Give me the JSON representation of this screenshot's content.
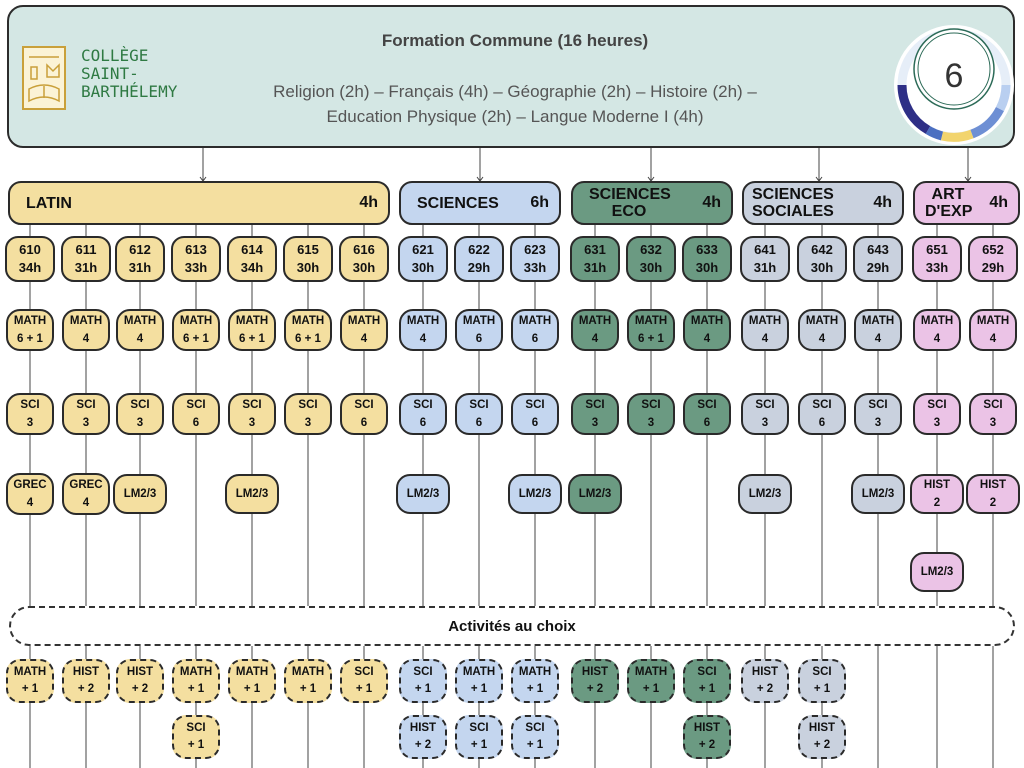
{
  "header": {
    "school_line1": "COLLÈGE",
    "school_line2": "SAINT-",
    "school_line3": "BARTHÉLEMY",
    "title": "Formation Commune (16 heures)",
    "subjects_line1": "Religion (2h) – Français (4h) – Géographie (2h) – Histoire (2h) –",
    "subjects_line2": "Education Physique (2h) – Langue Moderne I (4h)",
    "year": "6",
    "logo_icon": "school-crest-icon"
  },
  "colors": {
    "latin": "#f4dfa0",
    "sciences": "#c4d6ef",
    "sciences_eco": "#6b9a82",
    "sciences_sociales": "#c9d1de",
    "art": "#ebc3e6",
    "header_bg": "#d4e7e4",
    "school_green": "#2f7a43"
  },
  "tracks": [
    {
      "id": "latin",
      "name": "LATIN",
      "hours": "4h"
    },
    {
      "id": "sciences",
      "name": "SCIENCES",
      "hours": "6h"
    },
    {
      "id": "eco",
      "name": "SCIENCES ECO",
      "hours": "4h"
    },
    {
      "id": "soc",
      "name": "SCIENCES SOCIALES",
      "hours": "4h"
    },
    {
      "id": "art",
      "name": "ART D'EXP",
      "hours": "4h"
    }
  ],
  "choice_label": "Activités au choix",
  "columns": [
    {
      "code": "610",
      "hours": "34h",
      "subjects": [
        "MATH 6 + 1",
        "SCI 3",
        "GREC 4"
      ],
      "activities": [
        "MATH + 1"
      ]
    },
    {
      "code": "611",
      "hours": "31h",
      "subjects": [
        "MATH 4",
        "SCI 3",
        "GREC 4"
      ],
      "activities": [
        "HIST + 2"
      ]
    },
    {
      "code": "612",
      "hours": "31h",
      "subjects": [
        "MATH 4",
        "SCI 3",
        "LM2/3"
      ],
      "activities": [
        "HIST + 2"
      ]
    },
    {
      "code": "613",
      "hours": "33h",
      "subjects": [
        "MATH 6 + 1",
        "SCI 6"
      ],
      "activities": [
        "MATH + 1",
        "SCI + 1"
      ]
    },
    {
      "code": "614",
      "hours": "34h",
      "subjects": [
        "MATH 6 + 1",
        "SCI 3",
        "LM2/3"
      ],
      "activities": [
        "MATH + 1"
      ]
    },
    {
      "code": "615",
      "hours": "30h",
      "subjects": [
        "MATH 6 + 1",
        "SCI 3"
      ],
      "activities": [
        "MATH + 1"
      ]
    },
    {
      "code": "616",
      "hours": "30h",
      "subjects": [
        "MATH 4",
        "SCI 6"
      ],
      "activities": [
        "SCI + 1"
      ]
    },
    {
      "code": "621",
      "hours": "30h",
      "subjects": [
        "MATH 4",
        "SCI 6",
        "LM2/3"
      ],
      "activities": [
        "SCI + 1",
        "HIST + 2"
      ]
    },
    {
      "code": "622",
      "hours": "29h",
      "subjects": [
        "MATH 6",
        "SCI 6"
      ],
      "activities": [
        "MATH + 1",
        "SCI + 1"
      ]
    },
    {
      "code": "623",
      "hours": "33h",
      "subjects": [
        "MATH 6",
        "SCI 6",
        "LM2/3"
      ],
      "activities": [
        "MATH + 1",
        "SCI + 1"
      ]
    },
    {
      "code": "631",
      "hours": "31h",
      "subjects": [
        "MATH 4",
        "SCI 3",
        "LM2/3"
      ],
      "activities": [
        "HIST + 2"
      ]
    },
    {
      "code": "632",
      "hours": "30h",
      "subjects": [
        "MATH 6 + 1",
        "SCI 3"
      ],
      "activities": [
        "MATH + 1"
      ]
    },
    {
      "code": "633",
      "hours": "30h",
      "subjects": [
        "MATH 4",
        "SCI 6"
      ],
      "activities": [
        "SCI + 1",
        "HIST + 2"
      ]
    },
    {
      "code": "641",
      "hours": "31h",
      "subjects": [
        "MATH 4",
        "SCI 3",
        "LM2/3"
      ],
      "activities": [
        "HIST + 2"
      ]
    },
    {
      "code": "642",
      "hours": "30h",
      "subjects": [
        "MATH 4",
        "SCI 6"
      ],
      "activities": [
        "SCI + 1",
        "HIST + 2"
      ]
    },
    {
      "code": "643",
      "hours": "29h",
      "subjects": [
        "MATH 4",
        "SCI 3",
        "LM2/3"
      ],
      "activities": []
    },
    {
      "code": "651",
      "hours": "33h",
      "subjects": [
        "MATH 4",
        "SCI 3",
        "HIST 2",
        "LM2/3"
      ],
      "activities": []
    },
    {
      "code": "652",
      "hours": "29h",
      "subjects": [
        "MATH 4",
        "SCI 3",
        "HIST 2"
      ],
      "activities": []
    }
  ]
}
